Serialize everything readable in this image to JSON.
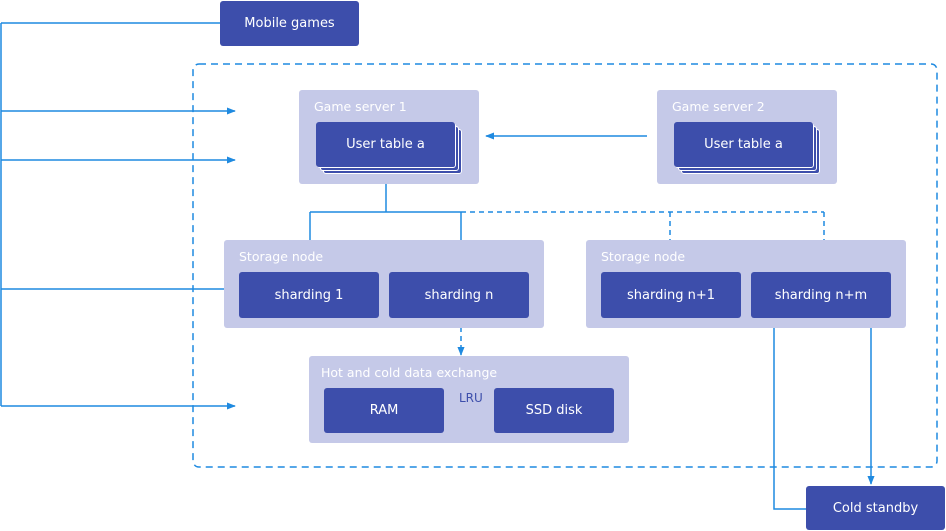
{
  "colors": {
    "box_fill": "#3d4eab",
    "group_fill": "#c5c9e8",
    "arrow": "#1f8ae0",
    "text_on_box": "#ffffff"
  },
  "nodes": {
    "mobile_games": "Mobile games",
    "cold_standby": "Cold standby",
    "game_server_1": {
      "title": "Game server 1",
      "table": "User table a"
    },
    "game_server_2": {
      "title": "Game server 2",
      "table": "User table a"
    },
    "storage_node_left": {
      "title": "Storage node",
      "shards": [
        "sharding 1",
        "sharding n"
      ]
    },
    "storage_node_right": {
      "title": "Storage node",
      "shards": [
        "sharding n+1",
        "sharding n+m"
      ]
    },
    "hot_cold": {
      "title": "Hot and cold data exchange",
      "ram": "RAM",
      "ssd": "SSD disk",
      "exchange_label": "LRU"
    }
  }
}
